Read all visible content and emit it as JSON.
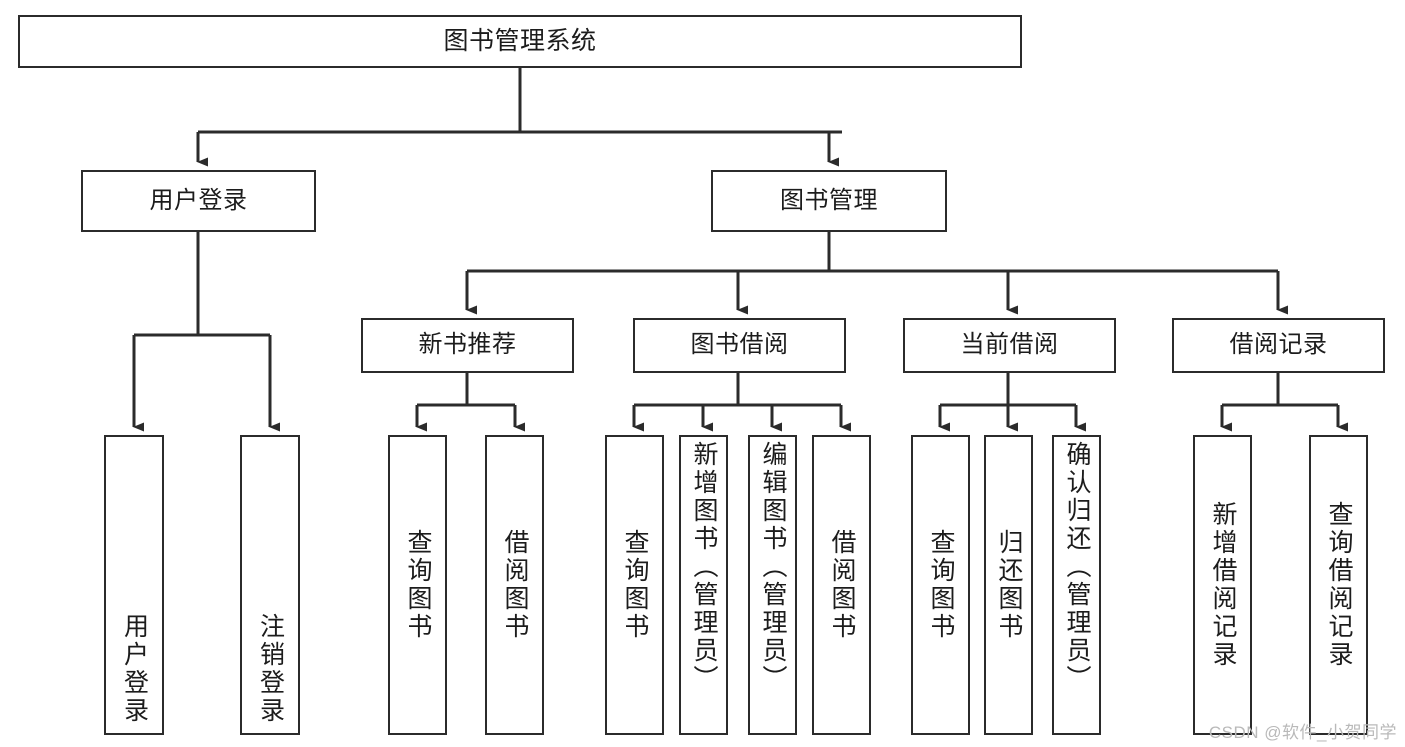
{
  "diagram": {
    "title": "图书管理系统",
    "type": "tree",
    "orientation": "top-down",
    "colors": {
      "background": "#ffffff",
      "node_border": "#2b2b2b",
      "node_fill": "#ffffff",
      "edge": "#2b2b2b",
      "text": "#1c1c1c",
      "watermark": "#b9b9b9"
    },
    "nodes": {
      "root": {
        "label": "图书管理系统",
        "level": 0
      },
      "user_login": {
        "label": "用户登录",
        "level": 1
      },
      "book_manage": {
        "label": "图书管理",
        "level": 1
      },
      "new_book_rec": {
        "label": "新书推荐",
        "level": 2
      },
      "book_borrow": {
        "label": "图书借阅",
        "level": 2
      },
      "current_borrow": {
        "label": "当前借阅",
        "level": 2
      },
      "borrow_record": {
        "label": "借阅记录",
        "level": 2
      },
      "leaf_user_login": {
        "label": "用户登录",
        "level": 2
      },
      "leaf_logout": {
        "label": "注销登录",
        "level": 2
      },
      "leaf_query_book_1": {
        "label": "查询图书",
        "level": 3
      },
      "leaf_borrow_book_1": {
        "label": "借阅图书",
        "level": 3
      },
      "leaf_query_book_2": {
        "label": "查询图书",
        "level": 3
      },
      "leaf_add_book": {
        "label": "新增图书（管理员）",
        "level": 3
      },
      "leaf_edit_book": {
        "label": "编辑图书（管理员）",
        "level": 3
      },
      "leaf_borrow_book_2": {
        "label": "借阅图书",
        "level": 3
      },
      "leaf_query_book_3": {
        "label": "查询图书",
        "level": 3
      },
      "leaf_return_book": {
        "label": "归还图书",
        "level": 3
      },
      "leaf_confirm_return": {
        "label": "确认归还（管理员）",
        "level": 3
      },
      "leaf_add_record": {
        "label": "新增借阅记录",
        "level": 3
      },
      "leaf_query_record": {
        "label": "查询借阅记录",
        "level": 3
      }
    },
    "edges": [
      {
        "from": "root",
        "to": "user_login"
      },
      {
        "from": "root",
        "to": "book_manage"
      },
      {
        "from": "user_login",
        "to": "leaf_user_login"
      },
      {
        "from": "user_login",
        "to": "leaf_logout"
      },
      {
        "from": "book_manage",
        "to": "new_book_rec"
      },
      {
        "from": "book_manage",
        "to": "book_borrow"
      },
      {
        "from": "book_manage",
        "to": "current_borrow"
      },
      {
        "from": "book_manage",
        "to": "borrow_record"
      },
      {
        "from": "new_book_rec",
        "to": "leaf_query_book_1"
      },
      {
        "from": "new_book_rec",
        "to": "leaf_borrow_book_1"
      },
      {
        "from": "book_borrow",
        "to": "leaf_query_book_2"
      },
      {
        "from": "book_borrow",
        "to": "leaf_add_book"
      },
      {
        "from": "book_borrow",
        "to": "leaf_edit_book"
      },
      {
        "from": "book_borrow",
        "to": "leaf_borrow_book_2"
      },
      {
        "from": "current_borrow",
        "to": "leaf_query_book_3"
      },
      {
        "from": "current_borrow",
        "to": "leaf_return_book"
      },
      {
        "from": "current_borrow",
        "to": "leaf_confirm_return"
      },
      {
        "from": "borrow_record",
        "to": "leaf_add_record"
      },
      {
        "from": "borrow_record",
        "to": "leaf_query_record"
      }
    ]
  },
  "watermark": {
    "text": "CSDN @软件_小贺同学"
  }
}
